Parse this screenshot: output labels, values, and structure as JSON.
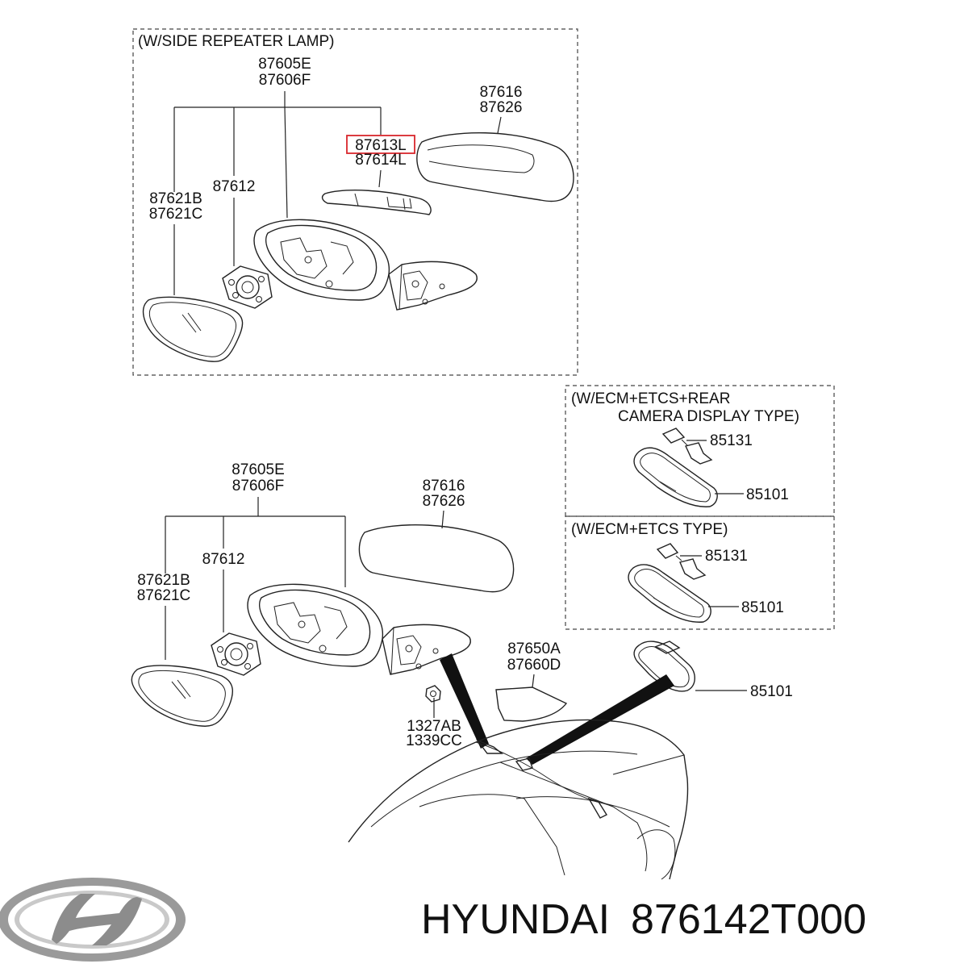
{
  "sections": {
    "side_repeater": "(W/SIDE REPEATER LAMP)",
    "ecm_etcs_rear_line1": "(W/ECM+ETCS+REAR",
    "ecm_etcs_rear_line2": "CAMERA DISPLAY TYPE)",
    "ecm_etcs": "(W/ECM+ETCS TYPE)"
  },
  "labels": {
    "top_housing_a": "87605E",
    "top_housing_b": "87606F",
    "top_cover_a": "87616",
    "top_cover_b": "87626",
    "top_lamp_a": "87613L",
    "top_lamp_b": "87614L",
    "top_actuator": "87612",
    "top_glass_a": "87621B",
    "top_glass_b": "87621C",
    "rear1_bracket": "85131",
    "rear1_mirror": "85101",
    "rear2_bracket": "85131",
    "rear2_mirror": "85101",
    "bot_housing_a": "87605E",
    "bot_housing_b": "87606F",
    "bot_cover_a": "87616",
    "bot_cover_b": "87626",
    "bot_actuator": "87612",
    "bot_glass_a": "87621B",
    "bot_glass_b": "87621C",
    "bot_trim_a": "87650A",
    "bot_trim_b": "87660D",
    "bot_nut_a": "1327AB",
    "bot_nut_b": "1339CC",
    "bot_inner_mirror": "85101"
  },
  "caption": {
    "brand": "HYUNDAI",
    "part_number": "876142T000"
  },
  "colors": {
    "highlight": "#d9262c",
    "logo_silver": "#9a9a9a",
    "line": "#222222"
  },
  "highlighted_part": "87613L"
}
